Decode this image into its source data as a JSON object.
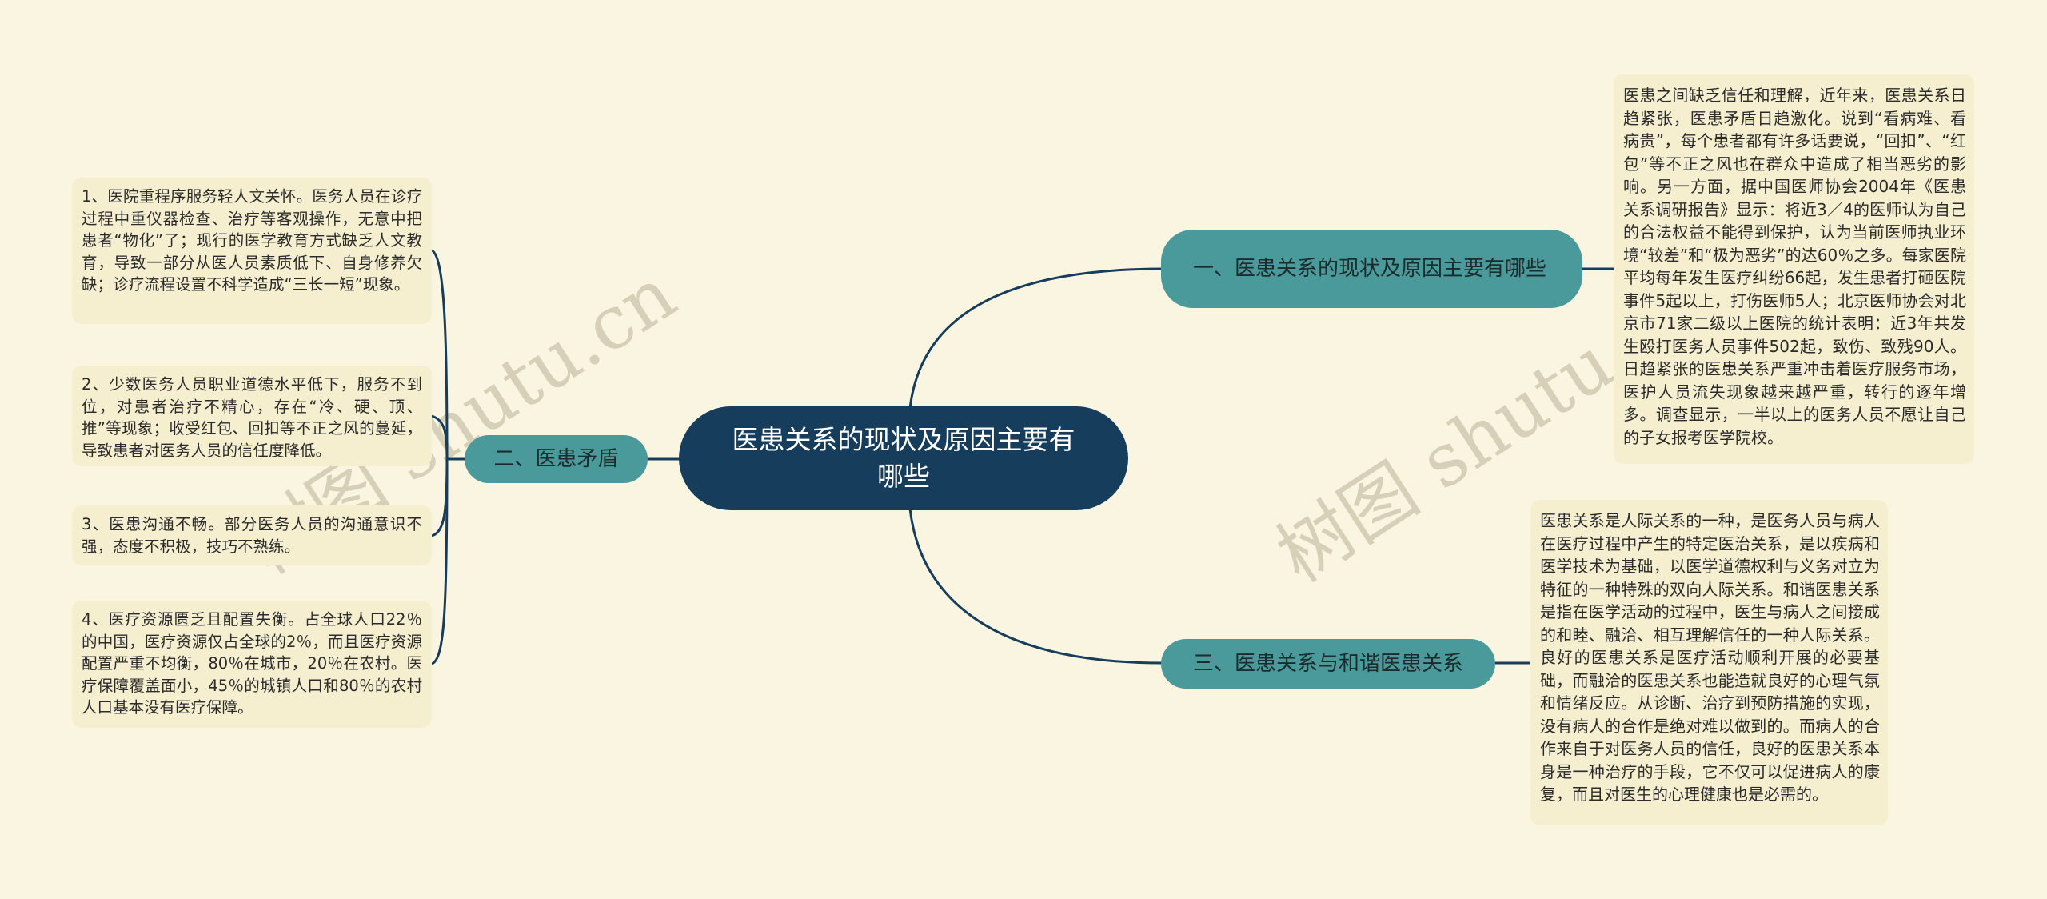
{
  "colors": {
    "background": "#faf5e0",
    "center_fill": "#173d5c",
    "branch_fill": "#4b9a9b",
    "leaf_fill": "#f5efcf",
    "link_stroke": "#173d5c",
    "watermark": "#cfcab0"
  },
  "center": {
    "title": "医患关系的现状及原因主要有哪些"
  },
  "branches": [
    {
      "label": "一、医患关系的现状及原因主要有哪些",
      "side": "right",
      "children": [
        "医患之间缺乏信任和理解，近年来，医患关系日趋紧张，医患矛盾日趋激化。说到“看病难、看病贵”，每个患者都有许多话要说，“回扣”、“红包”等不正之风也在群众中造成了相当恶劣的影响。另一方面，据中国医师协会2004年《医患关系调研报告》显示：将近3／4的医师认为自己的合法权益不能得到保护，认为当前医师执业环境“较差”和“极为恶劣”的达60％之多。每家医院平均每年发生医疗纠纷66起，发生患者打砸医院事件5起以上，打伤医师5人；北京医师协会对北京市71家二级以上医院的统计表明：近3年共发生殴打医务人员事件502起，致伤、致残90人。日趋紧张的医患关系严重冲击着医疗服务市场，医护人员流失现象越来越严重，转行的逐年增多。调查显示，一半以上的医务人员不愿让自己的子女报考医学院校。"
      ]
    },
    {
      "label": "二、医患矛盾",
      "side": "left",
      "children": [
        "1、医院重程序服务轻人文关怀。医务人员在诊疗过程中重仪器检查、治疗等客观操作，无意中把患者“物化”了；现行的医学教育方式缺乏人文教育，导致一部分从医人员素质低下、自身修养欠缺；诊疗流程设置不科学造成“三长一短”现象。",
        "2、少数医务人员职业道德水平低下，服务不到位，对患者治疗不精心，存在“冷、硬、顶、推”等现象；收受红包、回扣等不正之风的蔓延，导致患者对医务人员的信任度降低。",
        "3、医患沟通不畅。部分医务人员的沟通意识不强，态度不积极，技巧不熟练。",
        "4、医疗资源匮乏且配置失衡。占全球人口22％的中国，医疗资源仅占全球的2％，而且医疗资源配置严重不均衡，80％在城市，20％在农村。医疗保障覆盖面小，45％的城镇人口和80％的农村人口基本没有医疗保障。"
      ]
    },
    {
      "label": "三、医患关系与和谐医患关系",
      "side": "right",
      "children": [
        "医患关系是人际关系的一种，是医务人员与病人在医疗过程中产生的特定医治关系，是以疾病和医学技术为基础，以医学道德权利与义务对立为特征的一种特殊的双向人际关系。和谐医患关系是指在医学活动的过程中，医生与病人之间接成的和睦、融洽、相互理解信任的一种人际关系。良好的医患关系是医疗活动顺利开展的必要基础，而融洽的医患关系也能造就良好的心理气氛和情绪反应。从诊断、治疗到预防措施的实现，没有病人的合作是绝对难以做到的。而病人的合作来自于对医务人员的信任，良好的医患关系本身是一种治疗的手段，它不仅可以促进病人的康复，而且对医生的心理健康也是必需的。"
      ]
    }
  ],
  "watermarks": [
    "树图 shutu.cn",
    "树图 shutu.cn"
  ]
}
